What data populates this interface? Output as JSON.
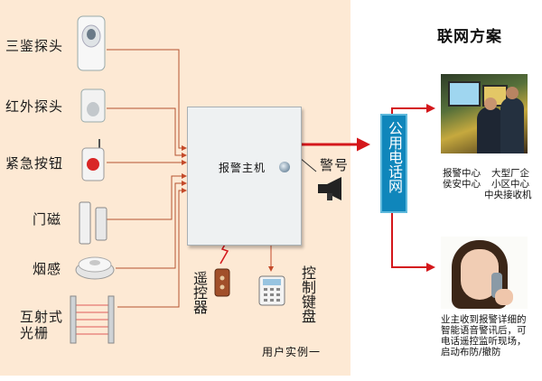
{
  "title": "联网方案",
  "panel_caption": "用户实例一",
  "host_label": "报警主机",
  "devices": [
    {
      "label": "三鉴探头"
    },
    {
      "label": "红外探头"
    },
    {
      "label": "紧急按钮"
    },
    {
      "label": "门磁"
    },
    {
      "label": "烟感"
    },
    {
      "label": "互射式",
      "label2": "光栅"
    }
  ],
  "siren_label": "警号",
  "remote_label": "遥控器",
  "keypad_label": "控制键盘",
  "network_label": "公用电话网",
  "center_caption": {
    "left_line1": "报警中心",
    "left_line2": "侯安中心",
    "right_line1": "大型厂企",
    "right_line2": "小区中心",
    "right_line3": "中央接收机"
  },
  "owner_caption": [
    "业主收到报警详细的",
    "智能语音警讯后，可",
    "电话遥控监听现场，",
    "启动布防/撤防"
  ],
  "colors": {
    "panel": "#fde9d4",
    "arrow_red": "#d4171b",
    "network_blue": "#0f86bb",
    "wire": "#b5542f"
  }
}
